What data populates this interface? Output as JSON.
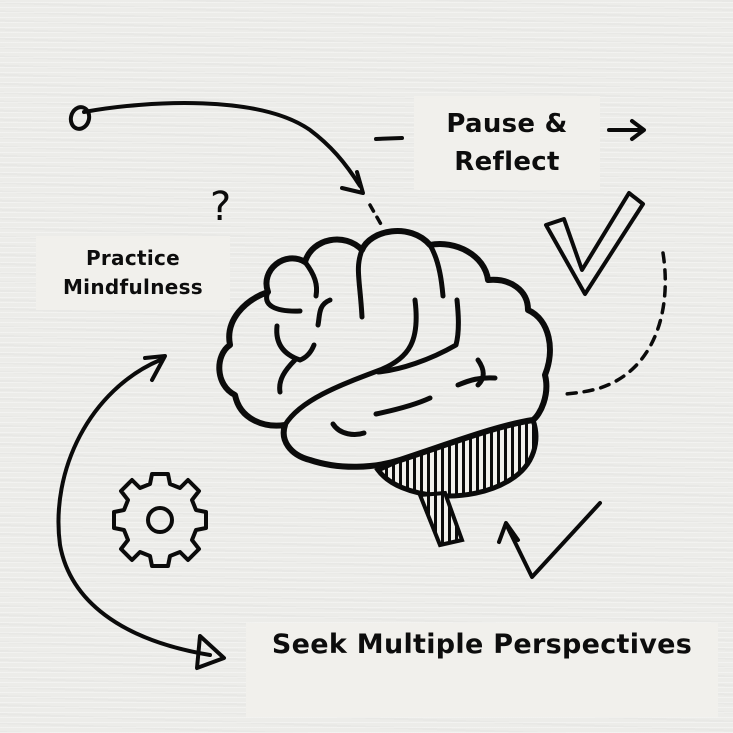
{
  "labels": {
    "pause_reflect": [
      "Pause &",
      "Reflect"
    ],
    "practice_mindfulness": [
      "Practice",
      "Mindfulness"
    ],
    "seek_perspectives": "Seek Multiple Perspectives"
  },
  "symbols": {
    "question_mark": "?"
  },
  "icons": [
    "brain-icon",
    "gear-icon",
    "checkmark-outline-icon",
    "checkmark-icon",
    "arrow-icon",
    "dashed-arc-icon"
  ],
  "colors": {
    "background": "#ecece9",
    "label_background": "#f1f0ec",
    "ink": "#0b0b0b"
  }
}
